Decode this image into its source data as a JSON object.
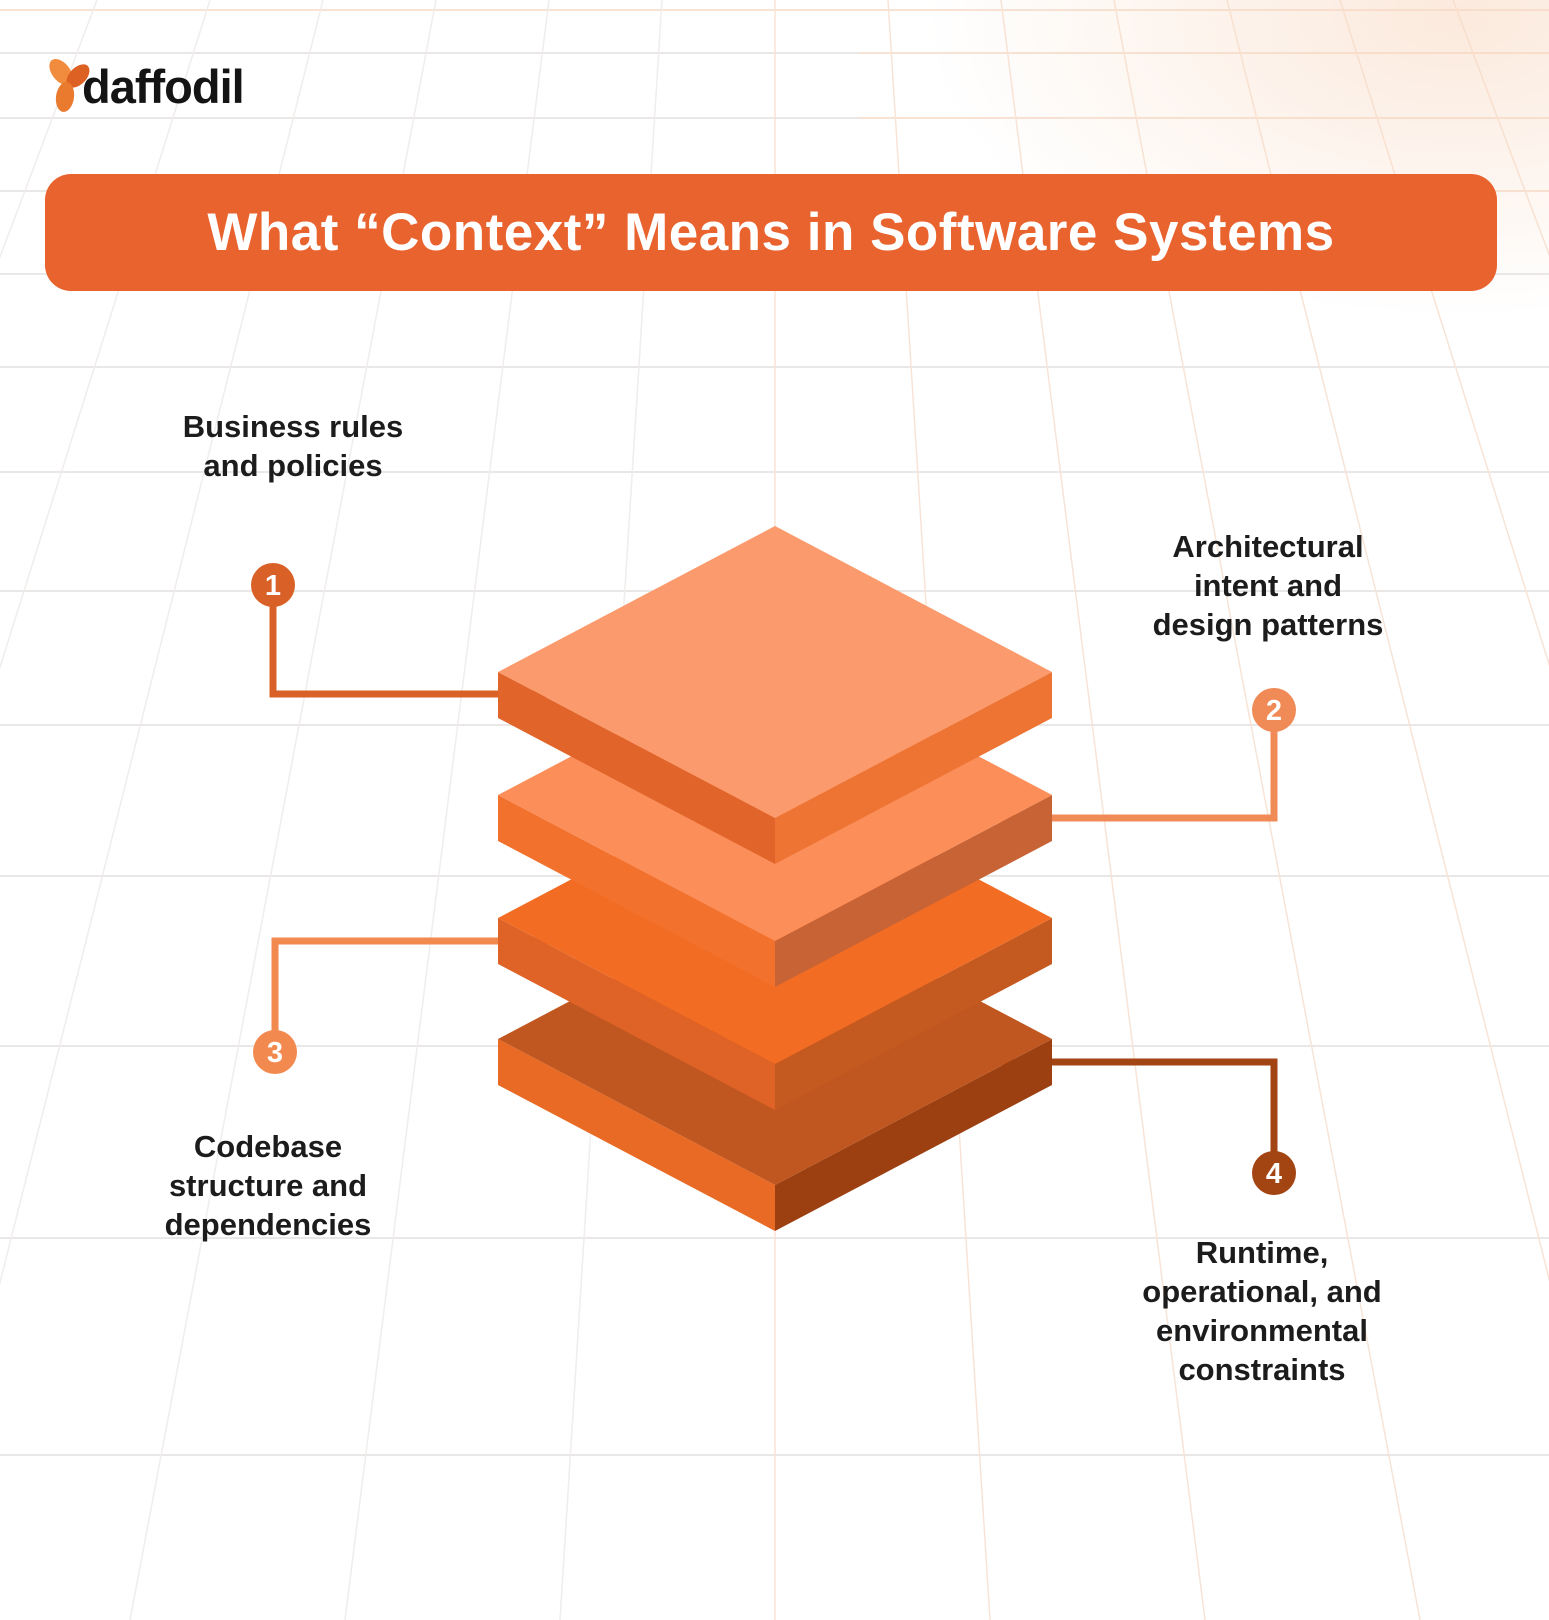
{
  "logo": {
    "text": "daffodil"
  },
  "banner": {
    "title": "What “Context” Means in Software Systems",
    "bg_color": "#E9632F",
    "text_color": "#FFFFFF"
  },
  "stack": {
    "layers": [
      {
        "name": "layer-1-top",
        "colors": {
          "top": "#FB9A6C",
          "left": "#E1652A",
          "right": "#EE7434"
        }
      },
      {
        "name": "layer-2",
        "colors": {
          "top": "#FC8E5A",
          "left": "#F2712D",
          "right": "#C76335"
        }
      },
      {
        "name": "layer-3",
        "colors": {
          "top": "#F26C23",
          "left": "#DF6226",
          "right": "#C45A1F"
        }
      },
      {
        "name": "layer-4-bottom",
        "colors": {
          "top": "#C05720",
          "left": "#E96A24",
          "right": "#9C4011"
        }
      }
    ]
  },
  "callouts": [
    {
      "number": "1",
      "label": "Business rules\nand policies",
      "color": "#D96127"
    },
    {
      "number": "2",
      "label": "Architectural\nintent and\ndesign patterns",
      "color": "#F08B57"
    },
    {
      "number": "3",
      "label": "Codebase\nstructure and\ndependencies",
      "color": "#F2894F"
    },
    {
      "number": "4",
      "label": "Runtime,\noperational, and\nenvironmental\nconstraints",
      "color": "#A34413"
    }
  ]
}
